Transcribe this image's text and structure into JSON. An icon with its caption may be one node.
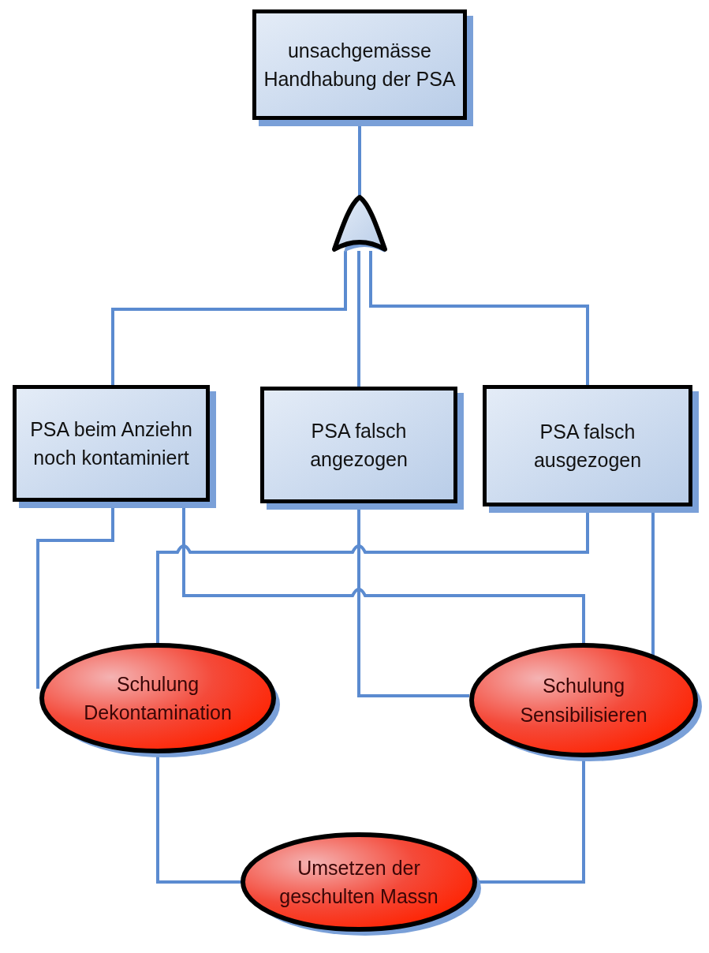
{
  "diagram": {
    "nodes": [
      {
        "text": [
          "unsachgemässe Handhabung der PSA"
        ]
      },
      {
        "text": [],
        "shape": "gate"
      },
      {
        "text": [
          "PSA beim Anziehn noch kontaminiert"
        ]
      },
      {
        "text": [
          "PSA falsch angezogen"
        ]
      },
      {
        "text": [
          "PSA falsch ausgezogen"
        ]
      },
      {
        "text": [
          "Schulung Dekontamination"
        ]
      },
      {
        "text": [
          "Schulung Sensibilisieren"
        ]
      },
      {
        "text": [
          "Umsetzen der geschulten Massn"
        ]
      }
    ],
    "edges": [
      {
        "from": 1,
        "to": 0,
        "arrow": "none"
      },
      {
        "from": 2,
        "to": 1,
        "arrow": "none"
      },
      {
        "from": 3,
        "to": 1,
        "arrow": "none"
      },
      {
        "from": 4,
        "to": 1,
        "arrow": "none"
      },
      {
        "from": 2,
        "to": 5,
        "arrow": "none"
      },
      {
        "from": 4,
        "to": 5,
        "arrow": "none"
      },
      {
        "from": 2,
        "to": 6,
        "arrow": "none"
      },
      {
        "from": 3,
        "to": 6,
        "arrow": "none"
      },
      {
        "from": 4,
        "to": 6,
        "arrow": "none"
      },
      {
        "from": 5,
        "to": 7,
        "arrow": "none"
      },
      {
        "from": 6,
        "to": 7,
        "arrow": "none"
      }
    ]
  }
}
